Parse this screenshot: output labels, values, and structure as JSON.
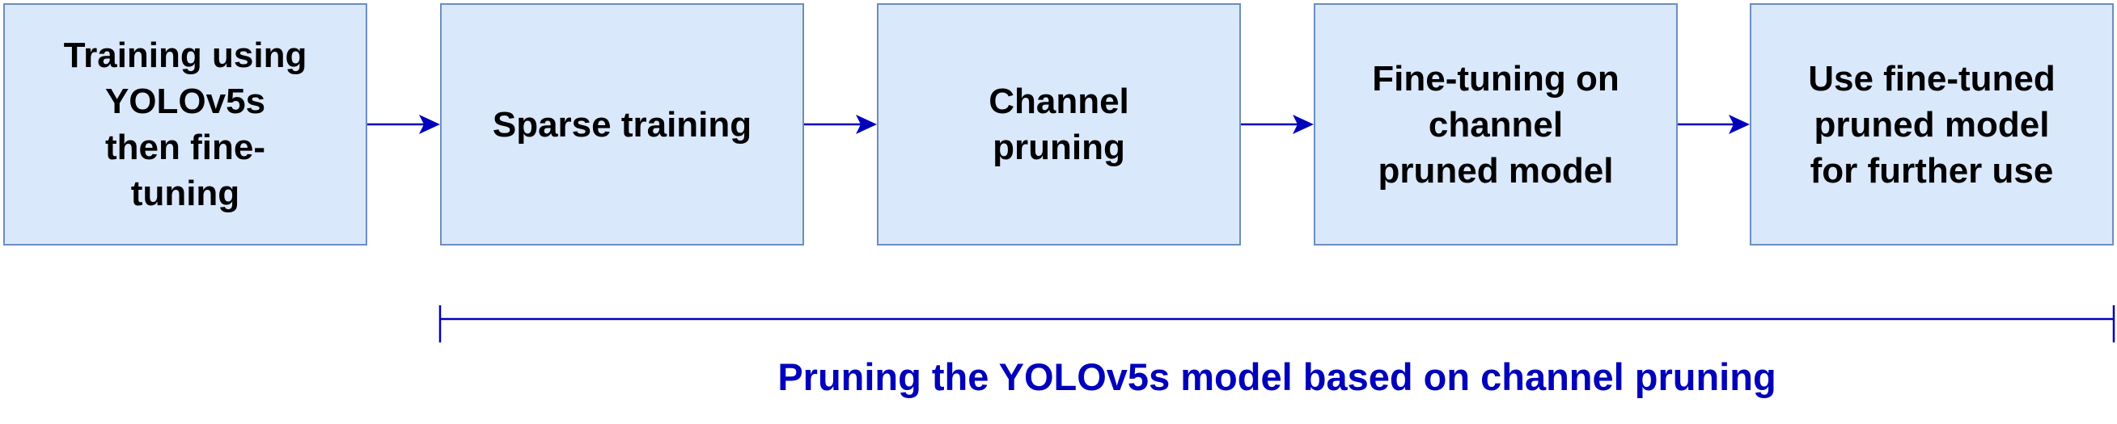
{
  "diagram": {
    "steps": [
      {
        "label": "Training using\nYOLOv5s\nthen  fine-\ntuning"
      },
      {
        "label": "Sparse training"
      },
      {
        "label": "Channel\npruning"
      },
      {
        "label": "Fine-tuning on\nchannel\npruned model"
      },
      {
        "label": "Use fine-tuned\npruned model\nfor further use"
      }
    ],
    "bracket_caption": "Pruning the YOLOv5s model based on channel pruning",
    "colors": {
      "box_fill": "#dae8fc",
      "box_border": "#6c8ebf",
      "arrow": "#0000bb",
      "caption": "#0000bb",
      "text": "#000000"
    }
  }
}
